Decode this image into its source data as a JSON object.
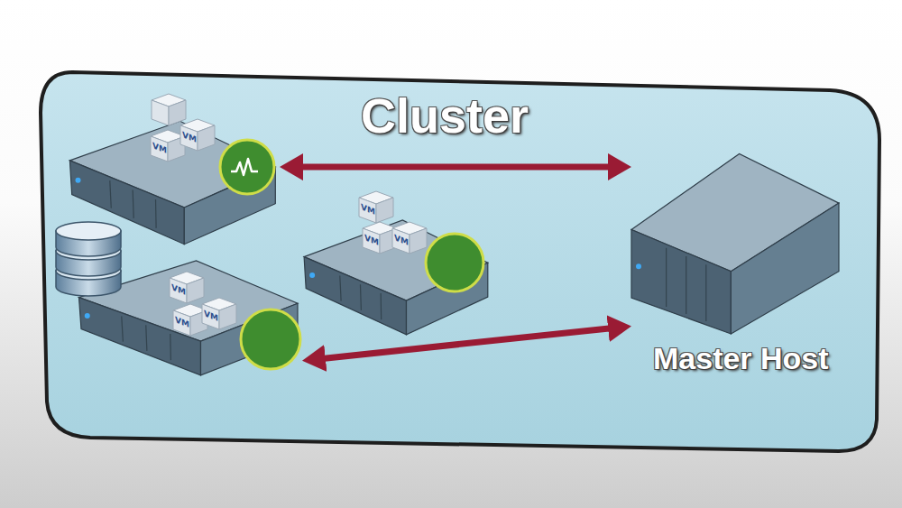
{
  "diagram": {
    "nodes": [
      {
        "text": [
          "Cluster"
        ]
      },
      {
        "in": 0
      },
      {
        "text": [
          "VM"
        ],
        "in": 1
      },
      {
        "text": [
          "VM"
        ],
        "in": 1
      },
      {
        "in": 0
      },
      {
        "text": [
          "VM"
        ],
        "in": 4
      },
      {
        "text": [
          "VM"
        ],
        "in": 4
      },
      {
        "text": [
          "VM"
        ],
        "in": 4
      },
      {
        "text": [
          "Master Host"
        ],
        "in": 0
      },
      {
        "in": 0
      },
      {
        "text": [
          "VM"
        ],
        "in": 9
      },
      {
        "text": [
          "VM"
        ],
        "in": 9
      },
      {
        "text": [
          "VM"
        ],
        "in": 9
      }
    ],
    "edges": [
      {
        "from": 1,
        "to": 8,
        "arrow": "both"
      },
      {
        "from": 9,
        "to": 8,
        "arrow": "both"
      }
    ]
  }
}
